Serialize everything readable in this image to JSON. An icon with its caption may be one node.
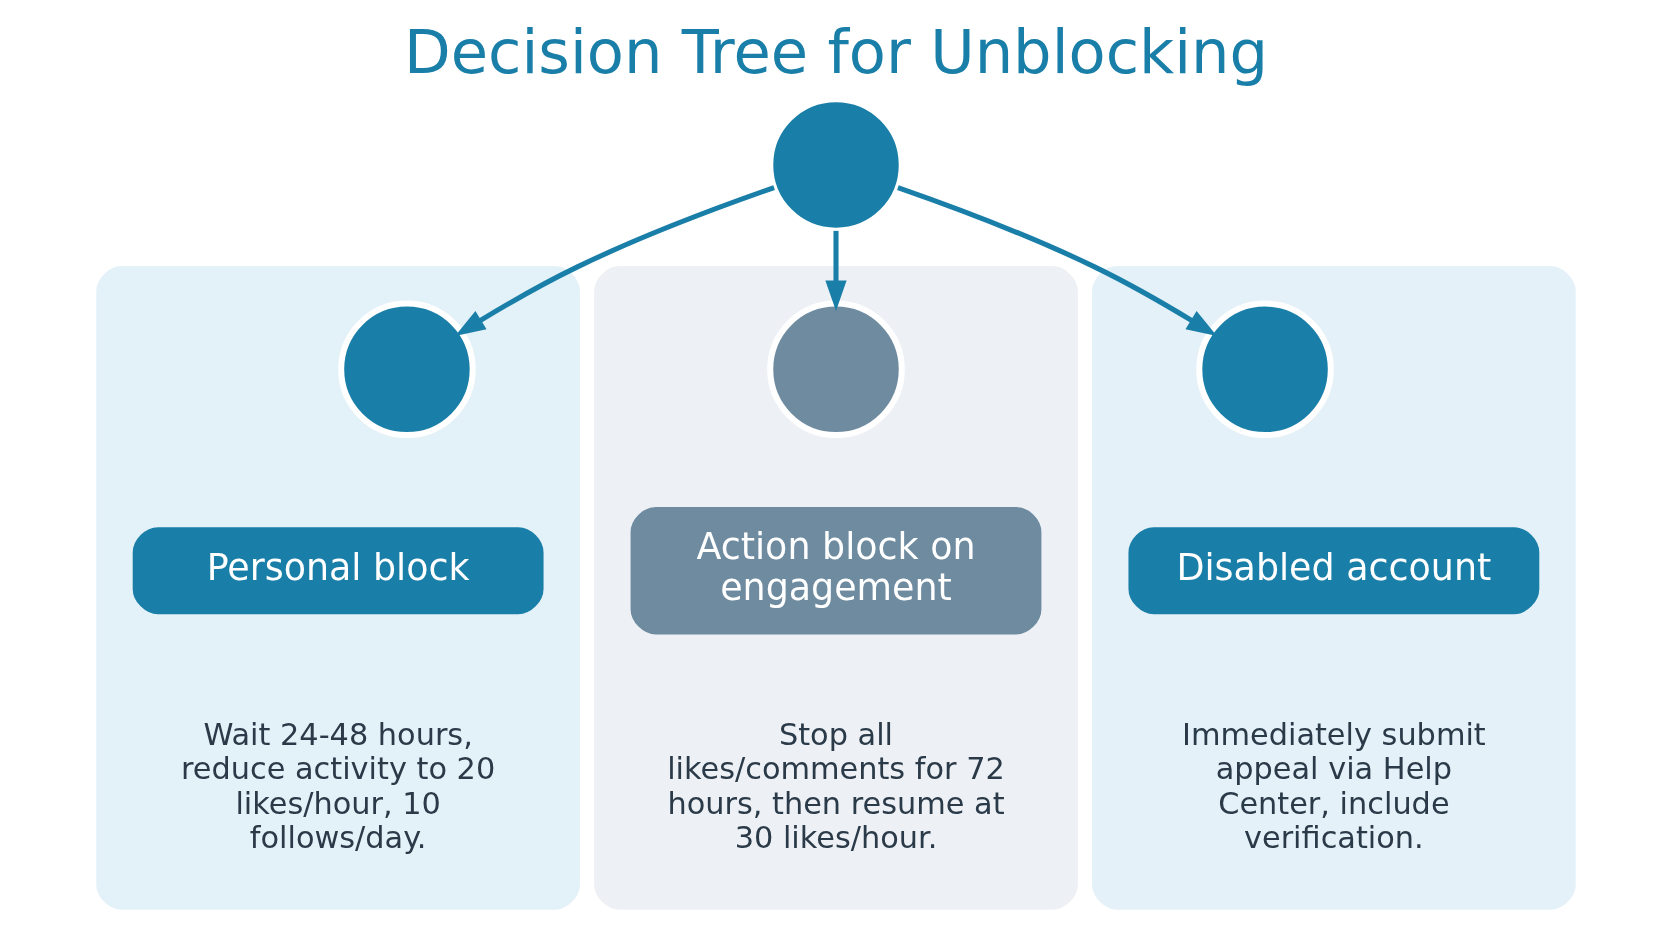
{
  "diagram": {
    "title": "Decision Tree for Unblocking",
    "nodes": [
      {
        "text": [],
        "shape": "circle"
      },
      {
        "text": [],
        "shape": "box"
      },
      {
        "text": [],
        "shape": "circle",
        "in": 1
      },
      {
        "text": [
          "Personal block"
        ],
        "in": 1
      },
      {
        "text": [
          "Wait 24-48 hours, reduce activity to 20 likes/hour, 10 follows/day."
        ],
        "in": 1
      },
      {
        "text": [],
        "shape": "box"
      },
      {
        "text": [],
        "shape": "circle",
        "in": 5
      },
      {
        "text": [
          "Action block on engagement"
        ],
        "in": 5
      },
      {
        "text": [
          "Stop all likes/comments for 72 hours, then resume at 30 likes/hour."
        ],
        "in": 5
      },
      {
        "text": [],
        "shape": "box"
      },
      {
        "text": [],
        "shape": "circle",
        "in": 9
      },
      {
        "text": [
          "Disabled account"
        ],
        "in": 9
      },
      {
        "text": [
          "Immediately submit appeal via Help Center, include verification."
        ],
        "in": 9
      }
    ],
    "edges": [
      {
        "from": 0,
        "to": 2,
        "arrow": "to"
      },
      {
        "from": 0,
        "to": 6,
        "arrow": "to"
      },
      {
        "from": 0,
        "to": 10,
        "arrow": "to"
      }
    ]
  }
}
